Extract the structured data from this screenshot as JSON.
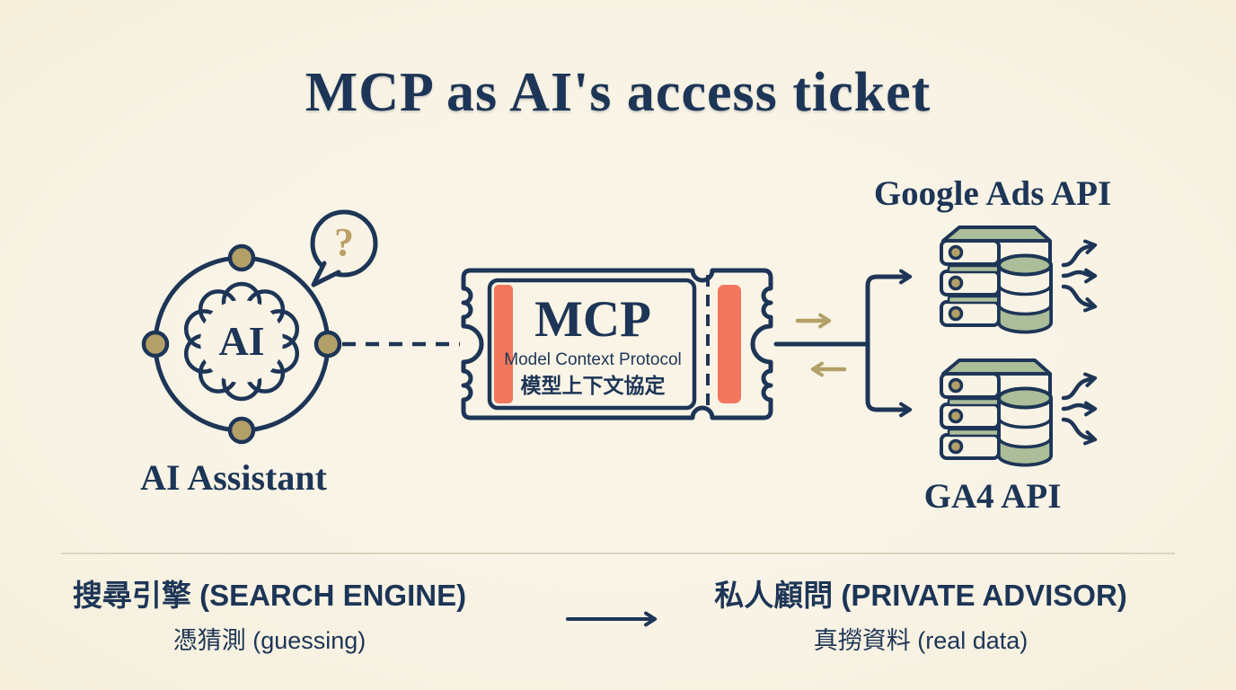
{
  "title": "MCP as AI's access ticket",
  "colors": {
    "background": "#f8f3e5",
    "navy": "#1d3556",
    "gold": "#b3a068",
    "coral": "#f2775c",
    "green": "#abbd99",
    "divider": "#dbd4bf"
  },
  "ai": {
    "label": "AI Assistant",
    "core": "AI",
    "question": "?"
  },
  "ticket": {
    "name": "MCP",
    "subtitle": "Model Context Protocol",
    "subtitle_zh": "模型上下文協定"
  },
  "apis": [
    {
      "label": "Google Ads API"
    },
    {
      "label": "GA4 API"
    }
  ],
  "comparison": {
    "before": {
      "title": "搜尋引擎 (SEARCH ENGINE)",
      "subtitle": "憑猜測 (guessing)"
    },
    "after": {
      "title": "私人顧問 (PRIVATE ADVISOR)",
      "subtitle": "真撈資料 (real data)"
    }
  },
  "icons": {
    "ai_circle": "orbit-circle-with-nodes",
    "brain": "brain-icon",
    "question_bubble": "speech-bubble-question-icon",
    "ticket": "admission-ticket-icon",
    "server": "server-database-icon",
    "arrows": "flow-arrows"
  }
}
